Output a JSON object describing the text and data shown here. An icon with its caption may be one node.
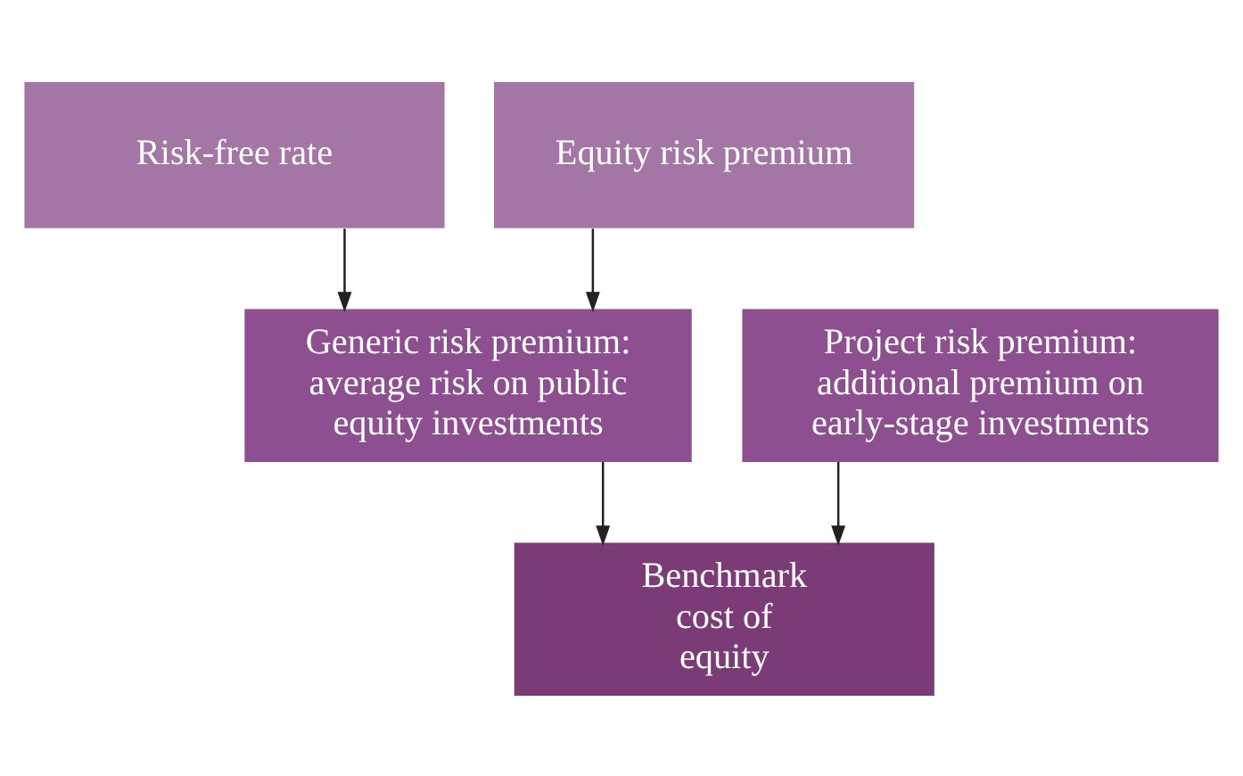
{
  "diagram": {
    "nodes": [
      {
        "text": [
          "Risk-free rate"
        ]
      },
      {
        "text": [
          "Equity risk premium"
        ]
      },
      {
        "text": [
          "Generic risk premium: average risk on public equity investments"
        ]
      },
      {
        "text": [
          "Project risk premium: additional premium on early-stage investments"
        ]
      },
      {
        "text": [
          "Benchmark cost of equity"
        ]
      }
    ],
    "edges": [
      {
        "from": 0,
        "to": 2,
        "arrow": "to"
      },
      {
        "from": 1,
        "to": 2,
        "arrow": "to"
      },
      {
        "from": 2,
        "to": 4,
        "arrow": "to"
      },
      {
        "from": 3,
        "to": 4,
        "arrow": "to"
      }
    ]
  }
}
